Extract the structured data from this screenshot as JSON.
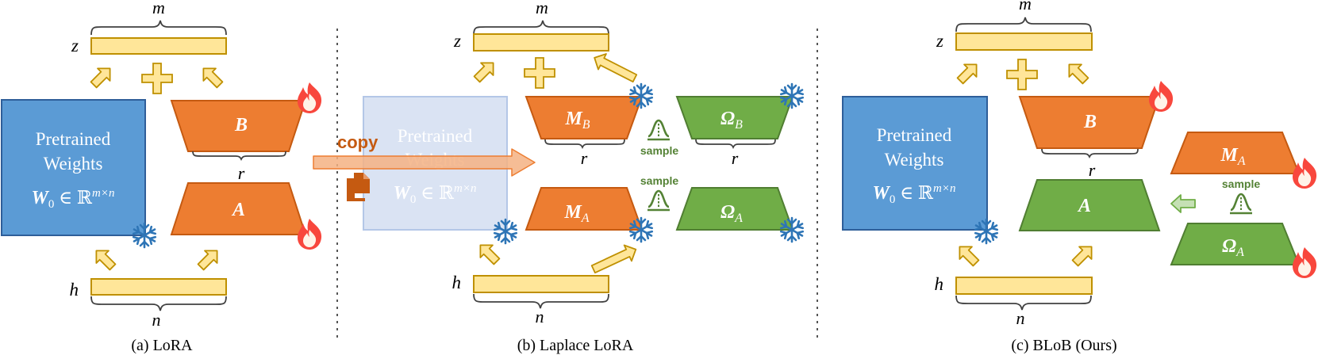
{
  "colors": {
    "pretrained_fill": "#5B9BD5",
    "pretrained_stroke": "#2E5E99",
    "orange_fill": "#ED7D31",
    "orange_stroke": "#C55A11",
    "green_fill": "#70AD47",
    "green_stroke": "#507E32",
    "yellow_fill": "#FFE699",
    "yellow_stroke": "#BF9000",
    "snow": "#2E75B6",
    "sample_green": "#548235",
    "copy_text": "#C55A11",
    "copy_arrow": "#F4B183"
  },
  "icons": [
    "snowflake-icon",
    "fire-icon",
    "sample-distribution-icon",
    "copy-icon",
    "plus-icon",
    "arrow-icon"
  ],
  "panels": {
    "a": {
      "caption": "(a) LoRA",
      "m": "m",
      "z": "z",
      "h": "h",
      "n": "n",
      "r": "r",
      "pretrained_line1": "Pretrained",
      "pretrained_line2": "Weights",
      "w0": "W",
      "w0_sub": "0",
      "w0_rest": " ∈ ℝ",
      "w0_sup": "m×n",
      "B": "B",
      "A": "A"
    },
    "b": {
      "caption": "(b) Laplace LoRA",
      "m": "m",
      "z": "z",
      "h": "h",
      "n": "n",
      "r": "r",
      "r2": "r",
      "copy": "copy",
      "pretrained_line1": "Pretrained",
      "pretrained_line2": "Weights",
      "w0": "W",
      "w0_sub": "0",
      "w0_rest": " ∈ ℝ",
      "w0_sup": "m×n",
      "M": "M",
      "MB_sub": "B",
      "MA_sub": "A",
      "Omega": "Ω",
      "OB_sub": "B",
      "OA_sub": "A",
      "sample": "sample"
    },
    "c": {
      "caption": "(c) BLoB (Ours)",
      "m": "m",
      "z": "z",
      "h": "h",
      "n": "n",
      "r": "r",
      "pretrained_line1": "Pretrained",
      "pretrained_line2": "Weights",
      "w0": "W",
      "w0_sub": "0",
      "w0_rest": " ∈ ℝ",
      "w0_sup": "m×n",
      "B": "B",
      "A": "A",
      "M": "M",
      "MA_sub": "A",
      "Omega": "Ω",
      "OA_sub": "A",
      "sample": "sample"
    }
  }
}
